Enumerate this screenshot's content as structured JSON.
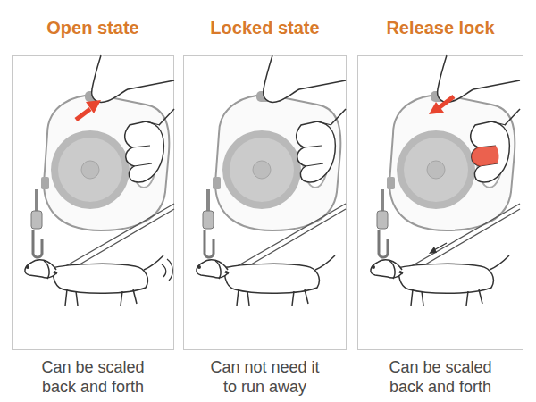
{
  "diagram": {
    "nodes": [
      {
        "text": [
          "Open state",
          "Can be scaled back and forth"
        ]
      },
      {
        "text": [
          "Locked state",
          "Can not need it to run away"
        ]
      },
      {
        "text": [
          "Release lock",
          "Can be scaled back and forth"
        ]
      }
    ]
  }
}
